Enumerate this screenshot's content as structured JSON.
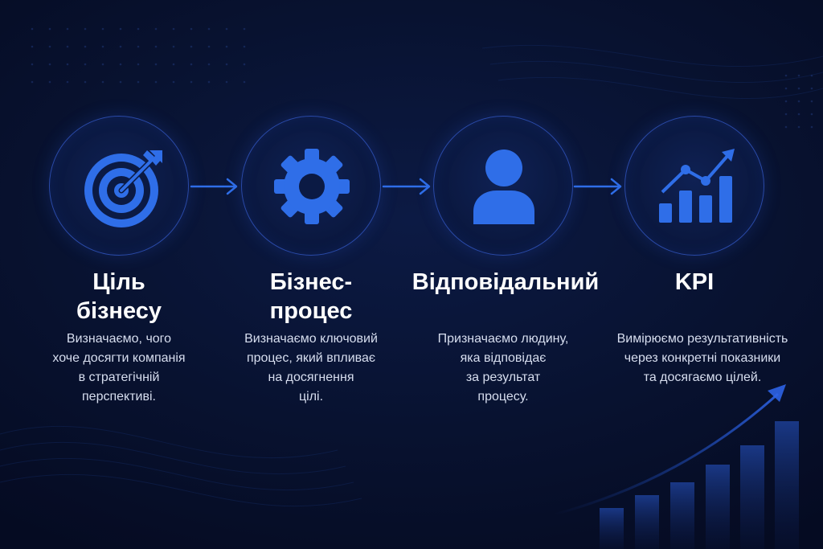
{
  "colors": {
    "background": "#081230",
    "accent": "#2f6ee8",
    "circle_border": "#2a4aa8",
    "title": "#ffffff",
    "description": "#d7deef"
  },
  "steps": [
    {
      "icon": "target-icon",
      "title": "Ціль\nбізнесу",
      "description": "Визначаємо, чого\nхоче досягти компанія\nв стратегічній\nперспективі."
    },
    {
      "icon": "gear-icon",
      "title": "Бізнес-\nпроцес",
      "description": "Визначаємо ключовий\nпроцес, який впливає\nна досягнення\nцілі."
    },
    {
      "icon": "person-icon",
      "title": "Відповідальний",
      "description": "Призначаємо людину,\nяка відповідає\nза результат\nпроцесу."
    },
    {
      "icon": "growth-chart-icon",
      "title": "KPI",
      "description": "Вимірюємо результативність\nчерез конкретні показники\nта досягаємо цілей."
    }
  ]
}
